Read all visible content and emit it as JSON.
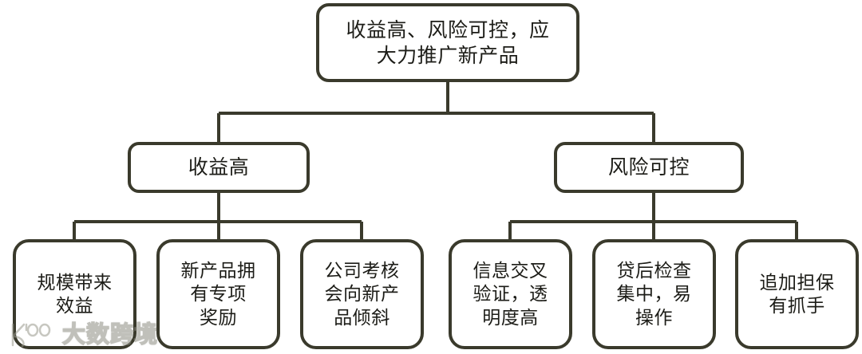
{
  "diagram": {
    "type": "hierarchy-tree",
    "orientation": "top-down",
    "levels": 3,
    "stroke_color": "#3a3a2c",
    "fill_color": "#ffffff",
    "background_color": "#ffffff",
    "text_color": "#1c1c17"
  },
  "root": {
    "label": "收益高、风险可控，应\n大力推广新产品"
  },
  "branches": [
    {
      "label": "收益高",
      "children": [
        {
          "label": "规模带来\n效益"
        },
        {
          "label": "新产品拥\n有专项\n奖励"
        },
        {
          "label": "公司考核\n会向新产\n品倾斜"
        }
      ]
    },
    {
      "label": "风险可控",
      "children": [
        {
          "label": "信息交叉\n验证，透\n明度高"
        },
        {
          "label": "贷后检查\n集中，易\n操作"
        },
        {
          "label": "追加担保\n有抓手"
        }
      ]
    }
  ],
  "leaves": [
    {
      "label": "规模带来\n效益"
    },
    {
      "label": "新产品拥\n有专项\n奖励"
    },
    {
      "label": "公司考核\n会向新产\n品倾斜"
    },
    {
      "label": "信息交叉\n验证，透\n明度高"
    },
    {
      "label": "贷后检查\n集中，易\n操作"
    },
    {
      "label": "追加担保\n有抓手"
    }
  ],
  "watermark": {
    "text": "大数跨境",
    "logo_label": "K100",
    "logo_k": "K",
    "logo_digits": "100"
  }
}
